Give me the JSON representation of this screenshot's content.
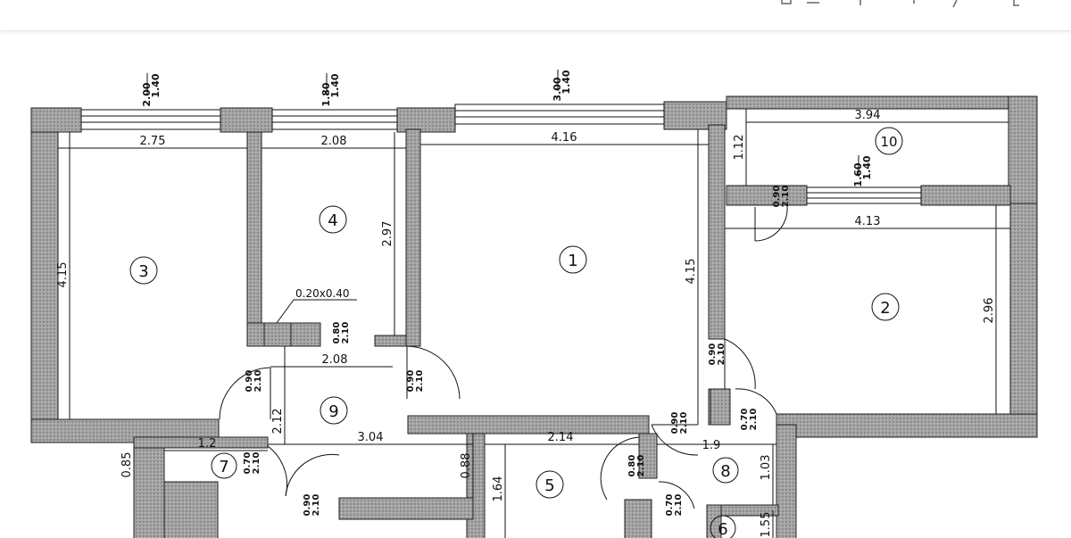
{
  "colors": {
    "wall": "#9a9a9a",
    "line": "#111111"
  },
  "rooms": [
    {
      "id": "room-1",
      "number": "1"
    },
    {
      "id": "room-2",
      "number": "2"
    },
    {
      "id": "room-3",
      "number": "3"
    },
    {
      "id": "room-4",
      "number": "4"
    },
    {
      "id": "room-5",
      "number": "5"
    },
    {
      "id": "room-6",
      "number": "6"
    },
    {
      "id": "room-7",
      "number": "7"
    },
    {
      "id": "room-8",
      "number": "8"
    },
    {
      "id": "room-9",
      "number": "9"
    },
    {
      "id": "room-10",
      "number": "10"
    }
  ],
  "dimensions": {
    "d_275": "2.75",
    "d_208a": "2.08",
    "d_416": "4.16",
    "d_394": "3.94",
    "d_413": "4.13",
    "d_112": "1.12",
    "d_415a": "4.15",
    "d_297": "2.97",
    "d_415b": "4.15",
    "d_296": "2.96",
    "d_208b": "2.08",
    "d_212": "2.12",
    "d_304": "3.04",
    "d_214": "2.14",
    "d_19": "1.9",
    "d_12": "1.2",
    "d_085": "0.85",
    "d_088": "0.88",
    "d_164": "1.64",
    "d_103": "1.03",
    "d_155": "1.55",
    "shaft": "0.20x0.40"
  },
  "windows": [
    {
      "w": "2.00",
      "h": "1.40"
    },
    {
      "w": "1.80",
      "h": "1.40"
    },
    {
      "w": "3.00",
      "h": "1.40"
    },
    {
      "w": "1.60",
      "h": "1.40"
    }
  ],
  "doors": {
    "door_a": {
      "w": "0.80",
      "h": "2.10"
    },
    "door_b": {
      "w": "0.90",
      "h": "2.10"
    },
    "door_c": {
      "w": "0.90",
      "h": "2.10"
    },
    "door_d": {
      "w": "0.90",
      "h": "2.10"
    },
    "door_e": {
      "w": "0.90",
      "h": "2.10"
    },
    "door_f": {
      "w": "0.90",
      "h": "2.10"
    },
    "door_g": {
      "w": "0.70",
      "h": "2.10"
    },
    "door_h": {
      "w": "0.70",
      "h": "2.10"
    },
    "door_i": {
      "w": "0.80",
      "h": "2.10"
    },
    "door_j": {
      "w": "0.70",
      "h": "2.10"
    },
    "door_k": {
      "w": "0.90",
      "h": "2.10"
    }
  }
}
